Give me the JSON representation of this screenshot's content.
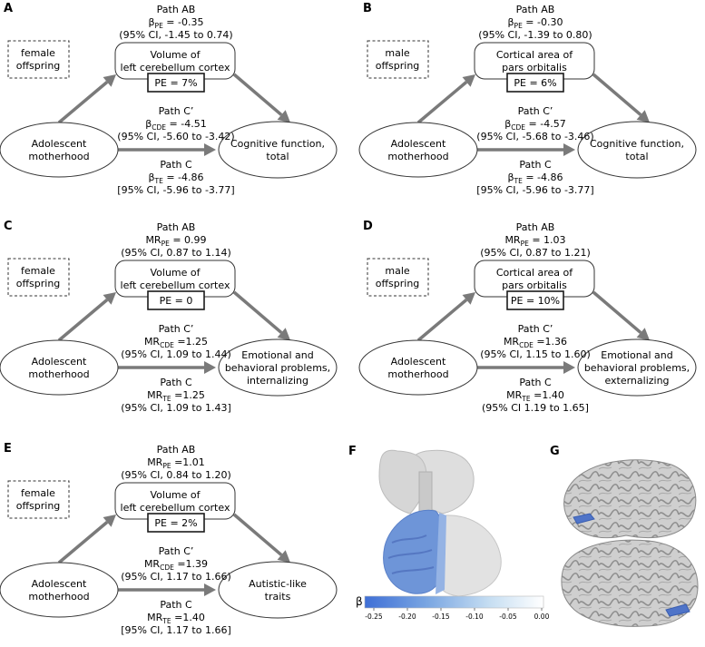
{
  "panels": [
    {
      "label": "A",
      "offspring": [
        "female",
        "offspring"
      ],
      "path_ab": {
        "title": "Path AB",
        "sym": "β",
        "sub": "PE",
        "val": " = -0.35",
        "ci": "(95% CI, -1.45 to 0.74)"
      },
      "mediator": [
        "Volume of",
        "left cerebellum cortex"
      ],
      "pe": "PE = 7%",
      "exposure": [
        "Adolescent",
        "motherhood"
      ],
      "outcome": [
        "Cognitive function,",
        "total"
      ],
      "path_c_prime": {
        "title": "Path C’",
        "sym": "β",
        "sub": "CDE",
        "val": " = -4.51",
        "ci": "(95% CI, -5.60 to -3.42)"
      },
      "path_c": {
        "title": "Path C",
        "sym": "β",
        "sub": "TE",
        "val": " = -4.86",
        "ci": "[95% CI, -5.96 to -3.77]"
      }
    },
    {
      "label": "B",
      "offspring": [
        "male",
        "offspring"
      ],
      "path_ab": {
        "title": "Path AB",
        "sym": "β",
        "sub": "PE",
        "val": " = -0.30",
        "ci": "(95% CI, -1.39 to 0.80)"
      },
      "mediator": [
        "Cortical area of",
        "pars orbitalis"
      ],
      "pe": "PE = 6%",
      "exposure": [
        "Adolescent",
        "motherhood"
      ],
      "outcome": [
        "Cognitive function,",
        "total"
      ],
      "path_c_prime": {
        "title": "Path C’",
        "sym": "β",
        "sub": "CDE",
        "val": " = -4.57",
        "ci": "(95% CI, -5.68 to -3.46)"
      },
      "path_c": {
        "title": "Path C",
        "sym": "β",
        "sub": "TE",
        "val": " = -4.86",
        "ci": "[95% CI, -5.96 to -3.77]"
      }
    },
    {
      "label": "C",
      "offspring": [
        "female",
        "offspring"
      ],
      "path_ab": {
        "title": "Path AB",
        "sym": "MR",
        "sub": "PE",
        "val": " = 0.99",
        "ci": "(95% CI, 0.87 to 1.14)"
      },
      "mediator": [
        "Volume of",
        "left cerebellum cortex"
      ],
      "pe": "PE = 0",
      "exposure": [
        "Adolescent",
        "motherhood"
      ],
      "outcome": [
        "Emotional and",
        "behavioral problems,",
        "internalizing"
      ],
      "path_c_prime": {
        "title": "Path C’",
        "sym": "MR",
        "sub": "CDE",
        "val": " =1.25",
        "ci": "(95% CI, 1.09 to 1.44)"
      },
      "path_c": {
        "title": "Path C",
        "sym": "MR",
        "sub": "TE",
        "val": " =1.25",
        "ci": "(95% CI, 1.09 to 1.43]"
      }
    },
    {
      "label": "D",
      "offspring": [
        "male",
        "offspring"
      ],
      "path_ab": {
        "title": "Path AB",
        "sym": "MR",
        "sub": "PE",
        "val": " = 1.03",
        "ci": "(95% CI, 0.87 to 1.21)"
      },
      "mediator": [
        "Cortical area of",
        "pars orbitalis"
      ],
      "pe": "PE = 10%",
      "exposure": [
        "Adolescent",
        "motherhood"
      ],
      "outcome": [
        "Emotional and",
        "behavioral problems,",
        "externalizing"
      ],
      "path_c_prime": {
        "title": "Path C’",
        "sym": "MR",
        "sub": "CDE",
        "val": " =1.36",
        "ci": "(95% CI, 1.15 to 1.60)"
      },
      "path_c": {
        "title": "Path C",
        "sym": "MR",
        "sub": "TE",
        "val": " =1.40",
        "ci": "(95% CI 1.19 to 1.65]"
      }
    },
    {
      "label": "E",
      "offspring": [
        "female",
        "offspring"
      ],
      "path_ab": {
        "title": "Path AB",
        "sym": "MR",
        "sub": "PE",
        "val": " =1.01",
        "ci": "(95% CI, 0.84 to 1.20)"
      },
      "mediator": [
        "Volume of",
        "left cerebellum cortex"
      ],
      "pe": "PE = 2%",
      "exposure": [
        "Adolescent",
        "motherhood"
      ],
      "outcome": [
        "Autistic-like",
        "traits"
      ],
      "path_c_prime": {
        "title": "Path C’",
        "sym": "MR",
        "sub": "CDE",
        "val": " =1.39",
        "ci": "(95% CI, 1.17 to 1.66)"
      },
      "path_c": {
        "title": "Path C",
        "sym": "MR",
        "sub": "TE",
        "val": " =1.40",
        "ci": "[95% CI, 1.17 to 1.66]"
      }
    }
  ],
  "panel_f": {
    "label": "F",
    "colorbar": {
      "symbol": "β",
      "ticks": [
        "-0.25",
        "-0.20",
        "-0.15",
        "-0.10",
        "-0.05",
        "0.00"
      ],
      "color_low": "#3f6fd6",
      "color_high": "#ffffff"
    }
  },
  "panel_g": {
    "label": "G"
  },
  "colors": {
    "arrow": "#7a7a7a",
    "highlight": "#4f74c8",
    "brain": "#c8c8c8"
  }
}
